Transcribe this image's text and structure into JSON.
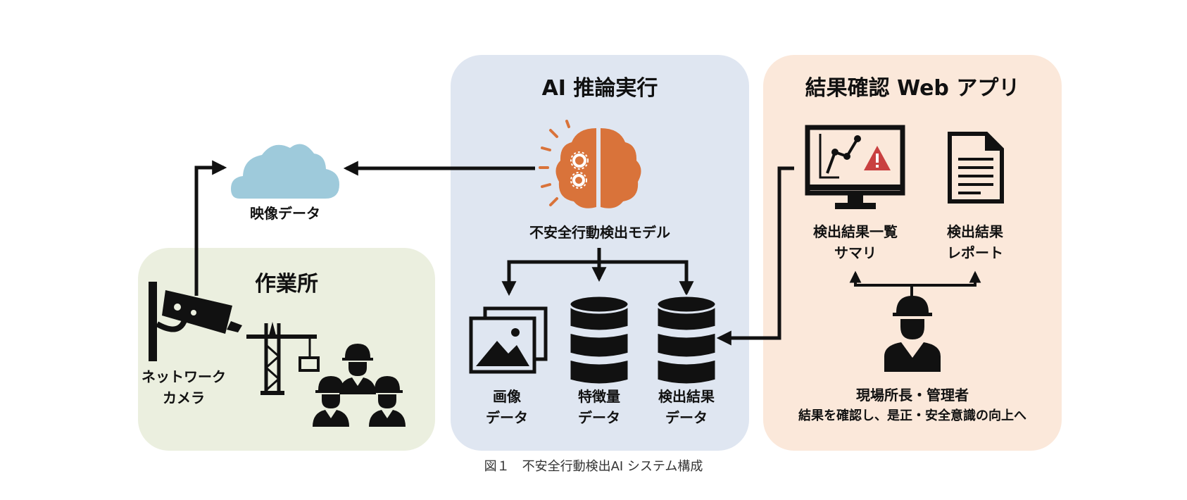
{
  "colors": {
    "worksite_bg": "#ebefdf",
    "ai_bg": "#dfe6f1",
    "web_bg": "#fbe8da",
    "cloud": "#9ecadb",
    "brain": "#d9733a",
    "alert": "#c94040",
    "ink": "#111111"
  },
  "worksite": {
    "title": "作業所",
    "camera_label": [
      "ネットワーク",
      "カメラ"
    ],
    "icons": [
      "network-camera-icon",
      "crane-icon",
      "workers-icon"
    ]
  },
  "cloud": {
    "label": "映像データ",
    "icon": "cloud-icon"
  },
  "ai": {
    "title": "AI 推論実行",
    "model_label": "不安全行動検出モデル",
    "model_icon": "ai-brain-icon",
    "outputs": [
      {
        "icon": "image-data-icon",
        "label": [
          "画像",
          "データ"
        ]
      },
      {
        "icon": "feature-database-icon",
        "label": [
          "特徴量",
          "データ"
        ]
      },
      {
        "icon": "detection-database-icon",
        "label": [
          "検出結果",
          "データ"
        ]
      }
    ]
  },
  "web": {
    "title": "結果確認 Web アプリ",
    "items": [
      {
        "icon": "monitor-alert-icon",
        "label": [
          "検出結果一覧",
          "サマリ"
        ]
      },
      {
        "icon": "document-icon",
        "label": [
          "検出結果",
          "レポート"
        ]
      }
    ],
    "manager_icon": "site-manager-icon",
    "manager_label": "現場所長・管理者",
    "manager_desc": "結果を確認し、是正・安全意識の向上へ"
  },
  "caption": "図１　不安全行動検出AI システム構成"
}
